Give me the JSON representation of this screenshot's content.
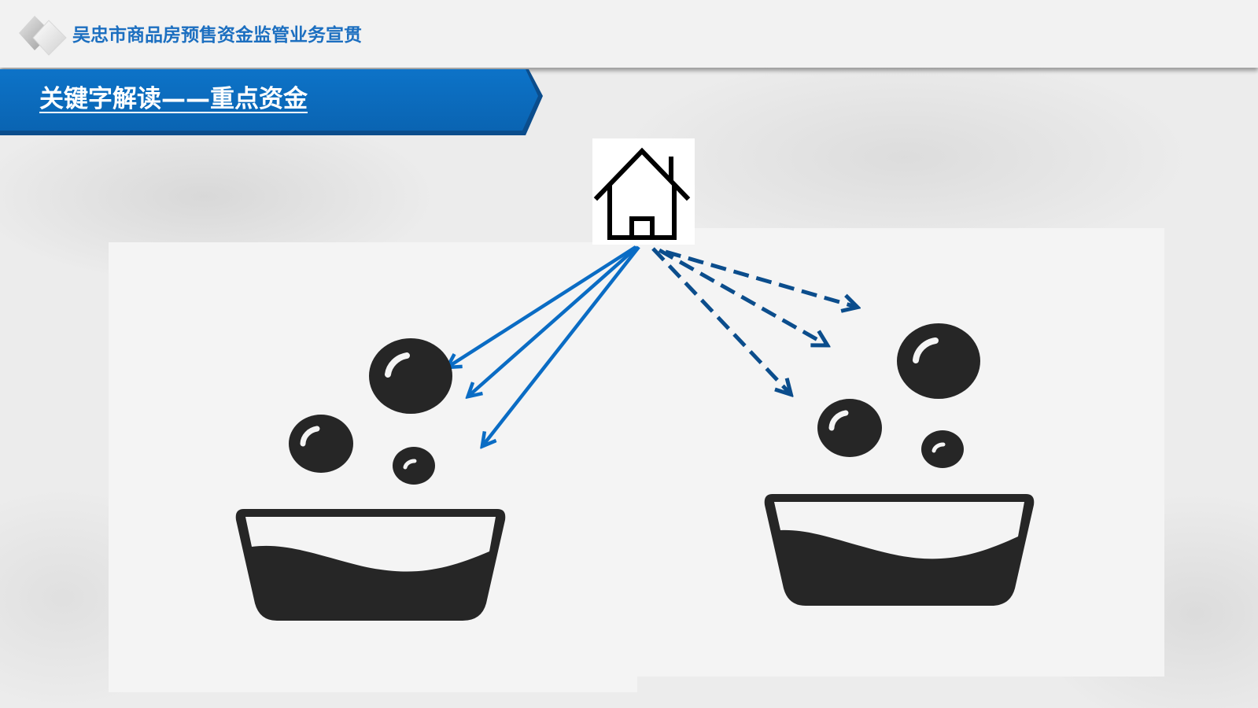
{
  "header": {
    "title": "吴忠市商品房预售资金监管业务宣贯",
    "logo_icon": "diamond-logo-icon"
  },
  "section": {
    "title": "关键字解读——重点资金"
  },
  "illustration": {
    "center_icon": "house-icon",
    "left_group": {
      "arrow_style": "solid",
      "arrow_count": 3,
      "bubble_icon": "bubble-icon",
      "basin_icon": "water-basin-icon"
    },
    "right_group": {
      "arrow_style": "dashed",
      "arrow_count": 3,
      "bubble_icon": "bubble-icon",
      "basin_icon": "water-basin-icon"
    }
  },
  "colors": {
    "accent_blue": "#0a6cc4",
    "dark_blue": "#0b4d8c",
    "title_blue": "#1c6fc0",
    "icon_dark": "#262626",
    "banner_white_text": "#ffffff"
  }
}
